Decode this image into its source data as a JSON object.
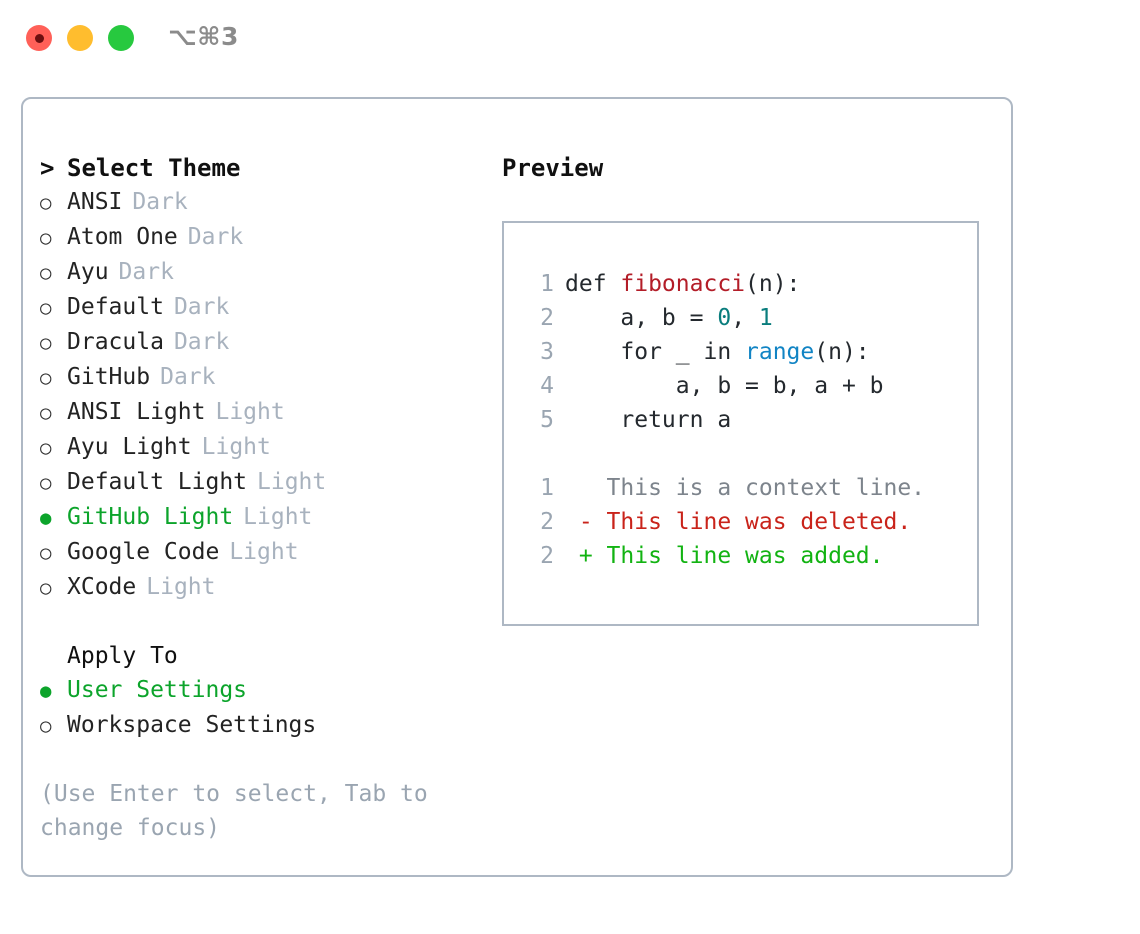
{
  "titlebar": {
    "shortcut": "⌥⌘3",
    "lights": [
      "close-light",
      "minimize-light",
      "maximize-light"
    ]
  },
  "left": {
    "header": {
      "prompt": ">",
      "title": "Select Theme"
    },
    "themes": [
      {
        "bullet": "○",
        "label": "ANSI",
        "badge": "Dark",
        "selected": false
      },
      {
        "bullet": "○",
        "label": "Atom One",
        "badge": "Dark",
        "selected": false
      },
      {
        "bullet": "○",
        "label": "Ayu",
        "badge": "Dark",
        "selected": false
      },
      {
        "bullet": "○",
        "label": "Default",
        "badge": "Dark",
        "selected": false
      },
      {
        "bullet": "○",
        "label": "Dracula",
        "badge": "Dark",
        "selected": false
      },
      {
        "bullet": "○",
        "label": "GitHub",
        "badge": "Dark",
        "selected": false
      },
      {
        "bullet": "○",
        "label": "ANSI Light",
        "badge": "Light",
        "selected": false
      },
      {
        "bullet": "○",
        "label": "Ayu Light",
        "badge": "Light",
        "selected": false
      },
      {
        "bullet": "○",
        "label": "Default Light",
        "badge": "Light",
        "selected": false
      },
      {
        "bullet": "●",
        "label": "GitHub Light",
        "badge": "Light",
        "selected": true
      },
      {
        "bullet": "○",
        "label": "Google Code",
        "badge": "Light",
        "selected": false
      },
      {
        "bullet": "○",
        "label": "XCode",
        "badge": "Light",
        "selected": false
      }
    ],
    "apply_to": {
      "header": "Apply To",
      "options": [
        {
          "bullet": "●",
          "label": "User Settings",
          "selected": true
        },
        {
          "bullet": "○",
          "label": "Workspace Settings",
          "selected": false
        }
      ]
    },
    "hint": "(Use Enter to select, Tab to change focus)"
  },
  "right": {
    "header": "Preview",
    "code": [
      {
        "number": "1",
        "tokens": [
          {
            "text": "def ",
            "type": "plain"
          },
          {
            "text": "fibonacci",
            "type": "func"
          },
          {
            "text": "(n):",
            "type": "plain"
          }
        ]
      },
      {
        "number": "2",
        "tokens": [
          {
            "text": "    a, b = ",
            "type": "plain"
          },
          {
            "text": "0",
            "type": "num"
          },
          {
            "text": ", ",
            "type": "plain"
          },
          {
            "text": "1",
            "type": "num"
          }
        ]
      },
      {
        "number": "3",
        "tokens": [
          {
            "text": "    for _ in ",
            "type": "plain"
          },
          {
            "text": "range",
            "type": "call"
          },
          {
            "text": "(n):",
            "type": "plain"
          }
        ]
      },
      {
        "number": "4",
        "tokens": [
          {
            "text": "        a, b = b, a + b",
            "type": "plain"
          }
        ]
      },
      {
        "number": "5",
        "tokens": [
          {
            "text": "    return a",
            "type": "plain"
          }
        ]
      }
    ],
    "diff": [
      {
        "number": "1",
        "marker": " ",
        "text": "This is a context line.",
        "kind": "context"
      },
      {
        "number": "2",
        "marker": "-",
        "text": "This line was deleted.",
        "kind": "del"
      },
      {
        "number": "2",
        "marker": "+",
        "text": "This line was added.",
        "kind": "add"
      }
    ]
  },
  "colors": {
    "accent_green": "#0ca42b",
    "muted": "#a8b2be",
    "hint": "#9aa5b1",
    "border": "#aeb8c4",
    "diff_add": "#12b312",
    "diff_del": "#c9231a",
    "token_func": "#b31d28",
    "token_num": "#0a7d7d",
    "token_call": "#1184c4"
  }
}
